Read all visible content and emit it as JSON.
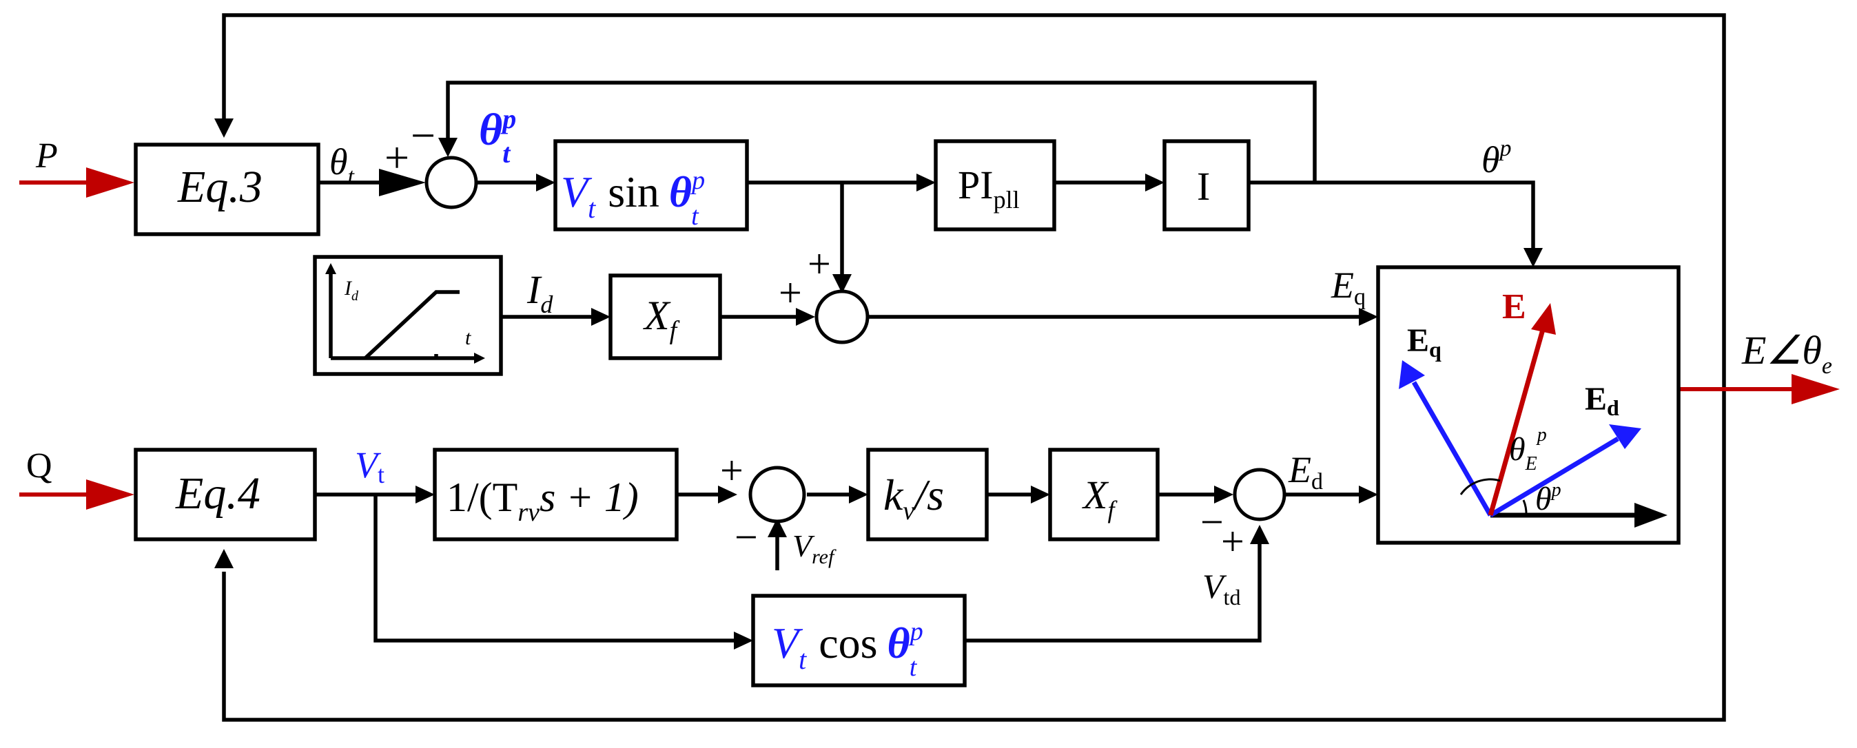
{
  "inputs": {
    "p": "P",
    "q": "Q"
  },
  "blocks": {
    "eq3": "Eq.3",
    "eq4": "Eq.4",
    "pi": "PI",
    "pi_sub": "pll",
    "integrator": "I",
    "xf": "X",
    "xf_sub": "f",
    "lag": "1/(T",
    "lag_sub": "rv",
    "lag_tail": "s + 1)",
    "kv": "k",
    "kv_sub": "v",
    "kv_tail": "/s",
    "vsin_v": "V",
    "vsin_v_sub": "t",
    "vsin_fn": "sin",
    "vcos_fn": "cos",
    "theta": "θ",
    "theta_sup": "p",
    "theta_sub": "t"
  },
  "signals": {
    "theta_t": "θ",
    "theta_t_sub": "t",
    "theta_tp": "θ",
    "theta_tp_sup": "p",
    "theta_tp_sub": "t",
    "theta_p": "θ",
    "theta_p_sup": "p",
    "id": "I",
    "id_sub": "d",
    "eq": "E",
    "eq_sub": "q",
    "ed": "E",
    "ed_sub": "d",
    "vt": "V",
    "vt_sub": "t",
    "vref": "V",
    "vref_sub": "ref",
    "vtd": "V",
    "vtd_sub": "td",
    "output": "E∠θ",
    "output_sub": "e"
  },
  "signs": {
    "plus": "+",
    "minus": "−"
  },
  "ramp_plot": {
    "y_label": "I",
    "y_label_sub": "d",
    "x_label": "t"
  },
  "phasor": {
    "e": "E",
    "eq": "E",
    "eq_sub": "q",
    "ed": "E",
    "ed_sub": "d",
    "angle_e": "θ",
    "angle_e_sub": "E",
    "angle_e_sup": "p",
    "angle_p": "θ",
    "angle_p_sup": "p"
  },
  "colors": {
    "accent_blue": "#1a1aff",
    "accent_red": "#c00000",
    "line": "#000000"
  }
}
